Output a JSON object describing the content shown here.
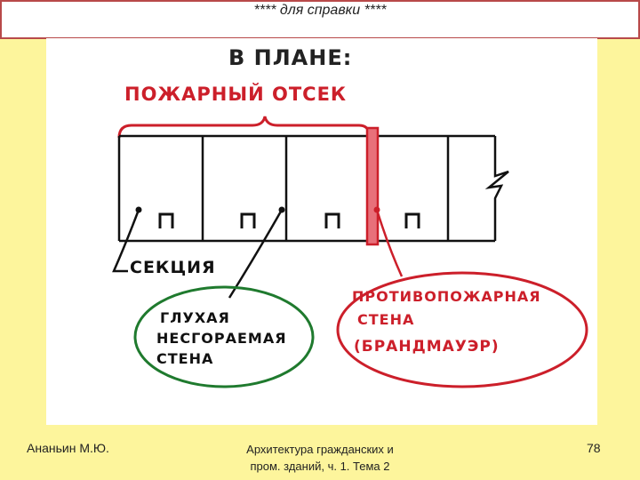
{
  "header": {
    "text": "**** для справки ****"
  },
  "drawing": {
    "heading": "В ПЛАНЕ:",
    "fire_compartment": "ПОЖАРНЫЙ ОТСЕК",
    "section": "СЕКЦИЯ",
    "blind_wall": [
      "ГЛУХАЯ",
      "НЕСГОРАЕМАЯ",
      "СТЕНА"
    ],
    "fire_wall": [
      "ПРОТИВОПОЖАРНАЯ",
      "СТЕНА",
      "(БРАНДМАУЭР)"
    ],
    "colors": {
      "ink": "#111111",
      "red": "#cc1f2a",
      "green": "#1f7a2e",
      "firewall_fill": "#e8707a"
    }
  },
  "footer": {
    "author": "Ананьин М.Ю.",
    "course_line1": "Архитектура гражданских и",
    "course_line2": "пром. зданий, ч. 1. Тема 2",
    "page": "78"
  }
}
